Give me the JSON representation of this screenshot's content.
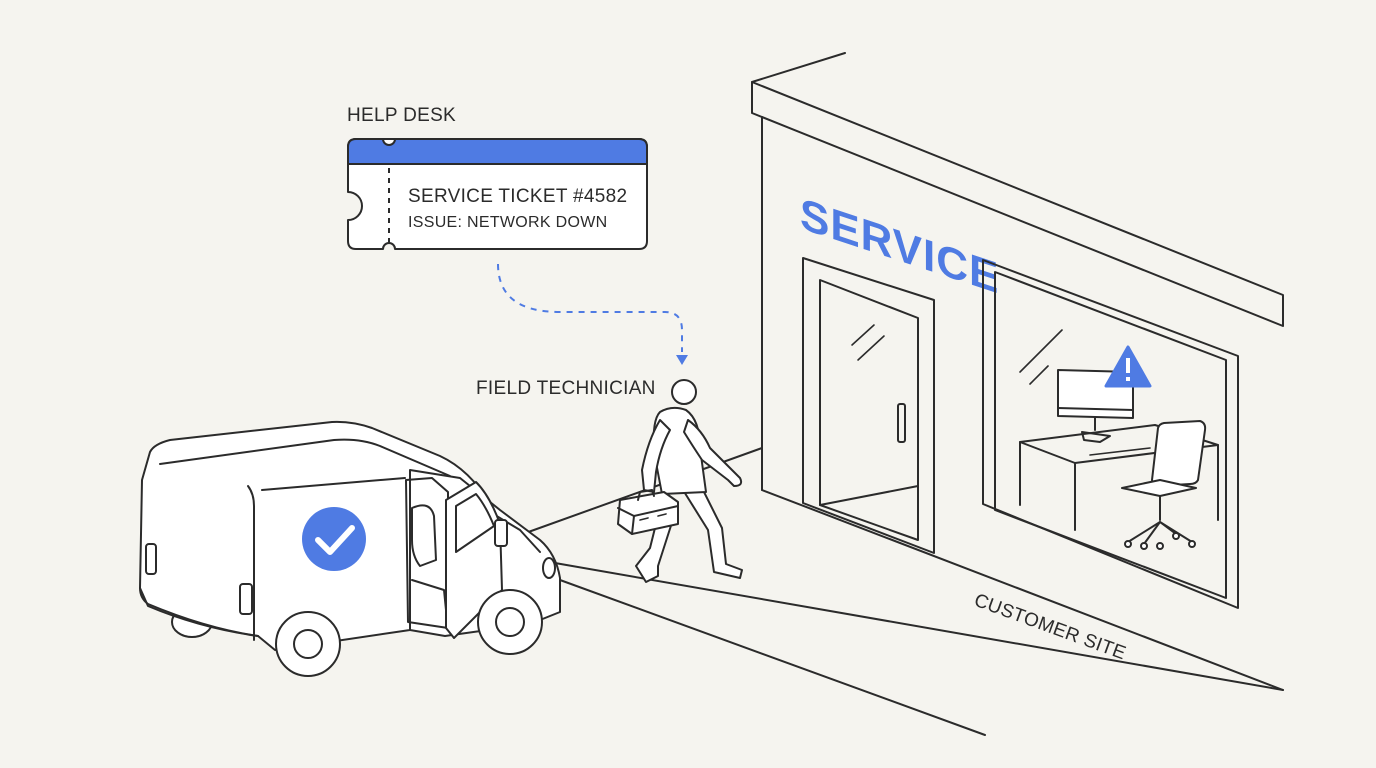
{
  "labels": {
    "help_desk": "HELP DESK",
    "field_technician": "FIELD TECHNICIAN",
    "customer_site": "CUSTOMER SITE"
  },
  "ticket": {
    "title": "SERVICE TICKET #4582",
    "issue": "ISSUE: NETWORK DOWN"
  },
  "building": {
    "sign": "SERVICE"
  },
  "icons": {
    "van_badge": "check-circle-icon",
    "monitor_alert": "warning-triangle-icon"
  },
  "colors": {
    "accent": "#4f7be3",
    "line": "#2b2b2b",
    "background": "#f5f4ef"
  }
}
